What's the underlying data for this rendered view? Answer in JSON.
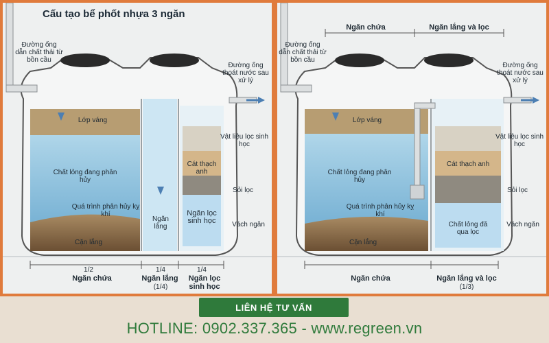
{
  "title": "Cấu tạo bể phốt nhựa 3 ngăn",
  "left": {
    "inlet_pipe": "Đường ống dẫn chất thải từ bồn cầu",
    "outlet_pipe": "Đường ống thoát nước sau xử lý",
    "scum": "Lớp váng",
    "liquid": "Chất lỏng đang phân hủy",
    "anaerobic": "Quá trình phân hủy kỵ khí",
    "sludge": "Cặn lắng",
    "settling": "Ngăn lắng",
    "filter": "Ngăn lọc sinh học",
    "bio_media": "Vật liệu lọc sinh học",
    "quartz_sand": "Cát thạch anh",
    "gravel": "Sỏi lọc",
    "partition": "Vách ngăn",
    "frac_half": "1/2",
    "frac_q1": "1/4",
    "frac_q2": "1/4",
    "label_holding": "Ngăn chứa",
    "label_settling": "Ngăn lắng",
    "label_settling_frac": "(1/4)",
    "label_filter": "Ngăn lọc sinh học"
  },
  "right": {
    "top_holding": "Ngăn chứa",
    "top_settling": "Ngăn lắng và lọc",
    "inlet_pipe": "Đường ống dẫn chất thải từ bồn cầu",
    "outlet_pipe": "Đường ống thoát nước sau xử lý",
    "scum": "Lớp váng",
    "liquid": "Chất lỏng đang phân hủy",
    "anaerobic": "Quá trình phân hủy kỵ khí",
    "sludge": "Cặn lắng",
    "bio_media": "Vật liệu lọc sinh học",
    "quartz_sand": "Cát thạch anh",
    "gravel": "Sỏi lọc",
    "filtered": "Chất lỏng đã qua lọc",
    "partition": "Vách ngăn",
    "label_holding": "Ngăn chứa",
    "label_settling": "Ngăn lắng và lọc",
    "label_settling_frac": "(1/3)"
  },
  "cta": "LIÊN HỆ TƯ VẤN",
  "hotline": "HOTLINE: 0902.337.365 - www.regreen.vn"
}
